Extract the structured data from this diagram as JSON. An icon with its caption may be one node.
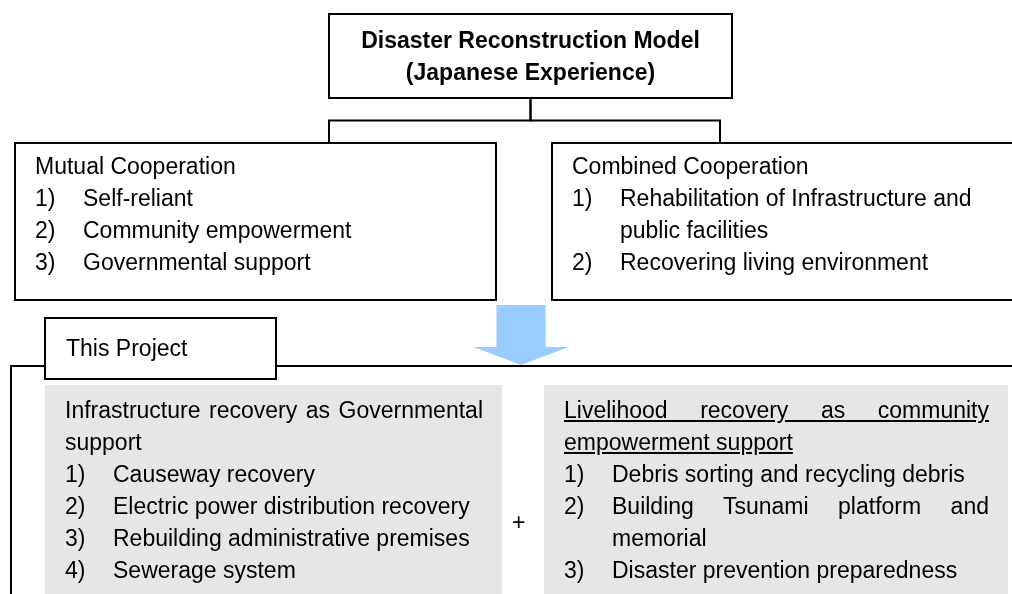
{
  "diagram": {
    "nodes": [
      {
        "text": [
          "Disaster Reconstruction Model (Japanese Experience)"
        ]
      },
      {
        "text": [
          "Mutual Cooperation",
          "1)",
          "Self-reliant",
          "2)",
          "Community empowerment",
          "3)",
          "Governmental support"
        ]
      },
      {
        "text": [
          "Combined Cooperation",
          "1)",
          "Rehabilitation of Infrastructure and public facilities",
          "2)",
          "Recovering living environment"
        ]
      },
      {
        "text": [
          "This Project"
        ]
      },
      {
        "text": [
          "Infrastructure recovery as Governmental support",
          "1)",
          "Causeway recovery",
          "2)",
          "Electric power distribution recovery",
          "3)",
          "Rebuilding administrative premises",
          "4)",
          "Sewerage system"
        ],
        "in": 3
      },
      {
        "text": [
          "Livelihood recovery as community empowerment support",
          "1)",
          "Debris sorting and recycling debris",
          "2)",
          "Building Tsunami platform and memorial",
          "3)",
          "Disaster prevention preparedness"
        ],
        "in": 3
      }
    ],
    "edges": [
      {
        "from": 0,
        "to": 1,
        "arrow": "none"
      },
      {
        "from": 0,
        "to": 2,
        "arrow": "none"
      },
      {
        "from": null,
        "to": 3,
        "arrow": "to",
        "style": "thick",
        "color": "#99ccff"
      }
    ],
    "labels": [
      "+"
    ]
  }
}
